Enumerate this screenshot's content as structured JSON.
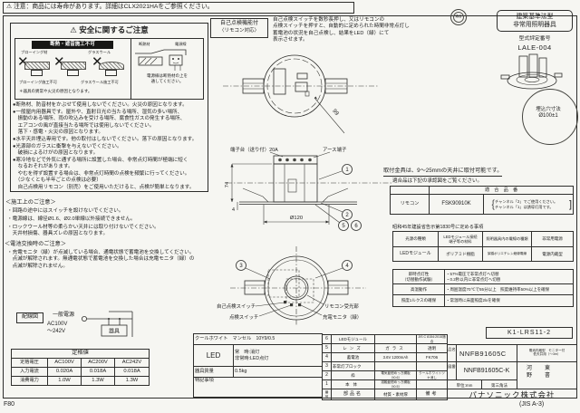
{
  "icons": {
    "warning": "⚠",
    "cross": "✕",
    "brace": "｛",
    "bracket": "]"
  },
  "page": {
    "top_notice": "注意：商品には寿命があります。詳細はCLX2021HAをご参照ください。",
    "sheet_code": "F80",
    "format_note": "(JIS A-3)"
  },
  "safety": {
    "title": "安全に関するご注意",
    "banner": "断熱・遮音施工不可",
    "blowing_material": "ブローイング材",
    "glass_wool": "グラスウール",
    "caption_left": "ブローイング施工不可",
    "caption_right": "グラスウール施工不可",
    "box_note": "＊器具の異常や火災の原因となります。",
    "heat_label": "断熱材",
    "wire_label": "電源線",
    "right_caption": "電源線は断熱材の上を\n通してください。",
    "bullets": [
      "●断熱材、防音材をかぶせて使用しないでください。火災の原因となります。",
      "●一般屋内用器具です。屋外や、直射日光の当たる場所、湿気の多い場所、\n　振動のある場所、雨の吹込みを受ける場所、腐食性ガスの発生する場所、\n　エアコンの風が直接当たる場所では使用しないでください。\n　落下・感電・火災の原因となります。",
      "●水平天井埋込専用です。他の取付はしないでください。落下の原因となります。",
      "●光源部のガラスに衝撃を与えないでください。\n　破損によるけがの原因となります。",
      "●寒冷地などで外気に通ずる場所に設置した場合、非常点灯時間が極端に短く\n　なるおそれがあります。\n　やむを得ず設置する場合は、非常点灯時間の点検を頻繁に行ってください。\n　（少なくとも半年ごとの点検は必要）\n　自己点検用リモコン（別売）をご使用いただけると、点検が簡単となります。"
    ]
  },
  "construction_notes": {
    "title": "＜施工上のご注意＞",
    "items": [
      "・回路の途中にはスイッチを設けないでください。",
      "・電源線は、線径Ø1.6、Ø2.0単線以外接続できません。",
      "・ロックウール材等の柔らかい天井には取り付けないでください。\n　天井材損傷、器具ズレの原因となります。"
    ]
  },
  "battery_notes": {
    "title": "＜電池交換時のご注意＞",
    "items": [
      "・充電モニタ（緑）が点滅している場合、通電状態で蓄電池を交換してください。\n　点滅が解除されます。無通電状態で蓄電池を交換した場合は充電モニタ（緑）の\n　点滅が解除されません。"
    ]
  },
  "wiring": {
    "label": "配線図",
    "source": "一般電源",
    "voltage1": "AC100V",
    "voltage2": "～242V",
    "fixture": "器具"
  },
  "ratings": {
    "title": "定格値",
    "rows": [
      [
        "定格電圧",
        "AC100V",
        "AC200V",
        "AC242V"
      ],
      [
        "入力電流",
        "0.020A",
        "0.018A",
        "0.018A"
      ],
      [
        "消費電力",
        "1.0W",
        "1.3W",
        "1.3W"
      ]
    ]
  },
  "self_check": {
    "label1": "自己点検機能付",
    "label2": "〈リモコン対応〉",
    "description": "自己点検スイッチを数秒長押し、又はリモコンの\n点検スイッチを押すと、自動的に定められた時間非常点灯し\n蓄電池の状況を自己点検し、結果をLED（緑）にて\n表示させます。"
  },
  "drawings": {
    "top_view": {
      "dim_diagonal": "99"
    },
    "side_view": {
      "terminal_label": "端子台（送り付）20A",
      "earth_label": "アース端子",
      "dim_height": "74",
      "dim_lip": "4",
      "dim_diameter": "Ø120",
      "callout_1": "1",
      "callout_2": "2",
      "callout_5": "5",
      "callout_6": "6"
    },
    "bottom_view": {
      "callout_3": "3",
      "callout_4": "4",
      "self_check_switch": "自己点検スイッチ",
      "check_switch": "点検スイッチ",
      "remote_receiver": "リモコン受光部",
      "charge_monitor": "充電モニタ（緑）"
    }
  },
  "certification": {
    "badge": "適合",
    "type_line1": "建築基準法型",
    "type_line2": "非常用照明器具",
    "rating_label": "型式評定番号",
    "rating_number": "LALE-004",
    "hole_label": "埋込穴寸法",
    "hole_dim": "Ø100±1"
  },
  "mounting": {
    "bracket_note": "取付金具は、9～25mmの天井に取付可能です。",
    "approval_note": "適合品は下記の承認図をご覧ください。",
    "table_header": "適　合　品　番",
    "row_label": "リモコン",
    "row_model": "FSK90910K",
    "row_remark": "チャンネル「2」でご使用ください。\nチャンネル「1」は誘導灯用です。"
  },
  "notification": {
    "caption": "昭和45年建設省告示第1830号に定める事項",
    "headers": [
      "光源の種類",
      "LEDモジュール接続\n端子等の材料",
      "照明器具内の電線の種類",
      "非常用電源"
    ],
    "row": [
      "LEDモジュール",
      "ポリアミド樹脂",
      "架橋ポリエチレン絶縁電線",
      "電源内蔵型"
    ]
  },
  "performance": {
    "rows": [
      {
        "label": "即時点灯性\n（切替動作試験）",
        "value": "・57%電圧で非常点灯へ切替\n・0.2秒以内に非常点灯へ切替"
      },
      {
        "label": "高温動作",
        "value": "・周囲温度70℃で55分以上　照度維持率50%以上を確保"
      },
      {
        "label": "照度1ルクスの確保",
        "value": "・常温時に床面照度2lxを確保"
      }
    ]
  },
  "spec": {
    "finish": "クールホワイト　マンセル　10Y9/0.5",
    "led_label": "LED",
    "led_states": "常　時:消灯\n非常時:LED点灯",
    "mass_label": "器具質量",
    "mass_value": "0.5kg",
    "notes_label": "特記事項"
  },
  "parts": {
    "header": [
      "番号",
      "部品名",
      "材質・素材厚",
      "備考"
    ],
    "rows": [
      [
        "6",
        "LEDモジュール",
        "",
        "JIS C 8154:2015適合"
      ],
      [
        "5",
        "レンズ",
        "ガラス",
        "透明"
      ],
      [
        "4",
        "蓄電池",
        "3.6V 1200mAh",
        "FK706"
      ],
      [
        "3",
        "非常灯ブロック",
        "",
        ""
      ],
      [
        "2",
        "枠",
        "電気亜鉛めっき鋼板（t0.6）",
        "クールホワイトツヤ消し"
      ],
      [
        "1",
        "本体",
        "溶融亜鉛めっき鋼板（t0.5）",
        ""
      ]
    ]
  },
  "title_block": {
    "ref_code": "K1-LRS11-2",
    "name_label": "品名",
    "product_name": "NNFB91605C",
    "product_desc": "電池内蔵型　モニター付\n低天井用（～3m）",
    "number_label": "図番",
    "drawing_number": "NNFB91605C-K",
    "unit": "単位:mm",
    "projection": "第三角法",
    "sign1": "河野",
    "sign2": "東書",
    "company": "パナソニック株式会社"
  }
}
